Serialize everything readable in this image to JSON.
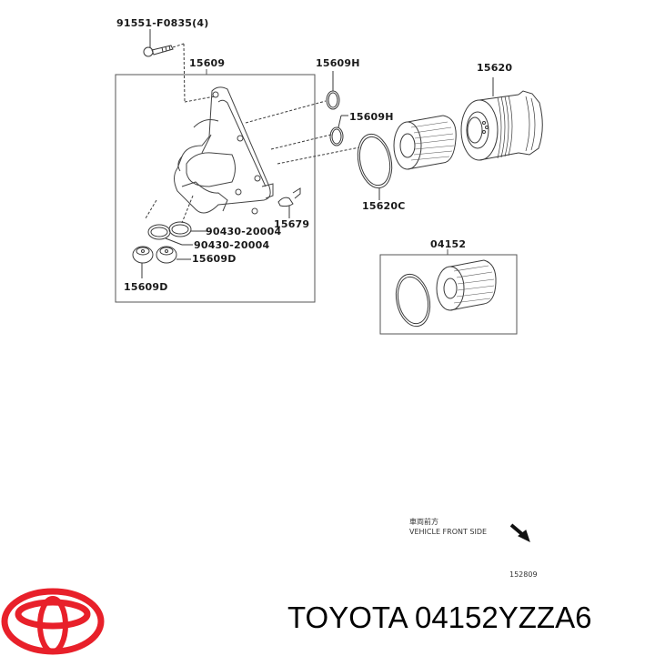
{
  "diagram": {
    "callouts": [
      {
        "id": "bolt",
        "label": "91551-F0835(4)"
      },
      {
        "id": "housing",
        "label": "15609"
      },
      {
        "id": "oring-h1",
        "label": "15609H"
      },
      {
        "id": "oring-h2",
        "label": "15609H"
      },
      {
        "id": "cap",
        "label": "15620"
      },
      {
        "id": "gasket-c",
        "label": "15620C"
      },
      {
        "id": "spring",
        "label": "15679"
      },
      {
        "id": "gasket-1",
        "label": "90430-20004"
      },
      {
        "id": "gasket-2",
        "label": "90430-20004"
      },
      {
        "id": "plug-1",
        "label": "15609D"
      },
      {
        "id": "plug-2",
        "label": "15609D"
      },
      {
        "id": "kit",
        "label": "04152"
      }
    ],
    "orientation_note": {
      "japanese": "車両前方",
      "english": "VEHICLE FRONT SIDE",
      "arrow_icon": "arrow-down-right-icon"
    },
    "figure_number": "152809"
  },
  "footer": {
    "brand": "TOYOTA",
    "part_number": "04152YZZA6",
    "title": "TOYOTA 04152YZZA6",
    "logo_icon": "toyota-logo-icon",
    "logo_color": "#e8202a"
  }
}
